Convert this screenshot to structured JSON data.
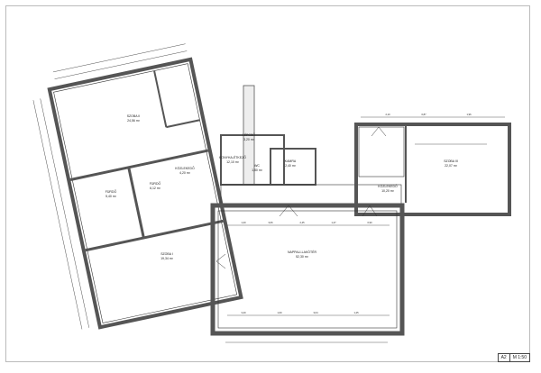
{
  "drawing": {
    "rooms": [
      {
        "id": "szoba-2",
        "label": "SZOBA II",
        "area": "24,56 m²"
      },
      {
        "id": "furdo-1",
        "label": "FÜRDŐ",
        "area": "5,40 m²"
      },
      {
        "id": "furdo-2",
        "label": "FÜRDŐ",
        "area": "6,12 m²"
      },
      {
        "id": "kozlekedo-1",
        "label": "KÖZLEKEDŐ",
        "area": "4,20 m²"
      },
      {
        "id": "szoba-1",
        "label": "SZOBA I",
        "area": "19,34 m²"
      },
      {
        "id": "konyha",
        "label": "KONYHA-ÉTKEZŐ",
        "area": "12,10 m²"
      },
      {
        "id": "lepcso",
        "label": "LÉPCSŐ",
        "area": "3,20 m²"
      },
      {
        "id": "wc",
        "label": "WC",
        "area": "1,80 m²"
      },
      {
        "id": "kamra",
        "label": "KAMRA",
        "area": "2,40 m²"
      },
      {
        "id": "kozlekedo-2",
        "label": "KÖZLEKEDŐ",
        "area": "10,20 m²"
      },
      {
        "id": "szoba-3",
        "label": "SZOBA III",
        "area": "22,07 m²"
      },
      {
        "id": "nappali",
        "label": "NAPPALI-LAKÓTÉR",
        "area": "52,30 m²"
      }
    ],
    "dimensions": [
      "1,20",
      "3,06",
      "2,45",
      "1,47",
      "0,90",
      "3,40",
      "1,60",
      "3,04",
      "1,25",
      "2,10",
      "0,87",
      "1,96"
    ]
  },
  "title_block": {
    "sheet": "A2",
    "scale": "M 1:50"
  }
}
